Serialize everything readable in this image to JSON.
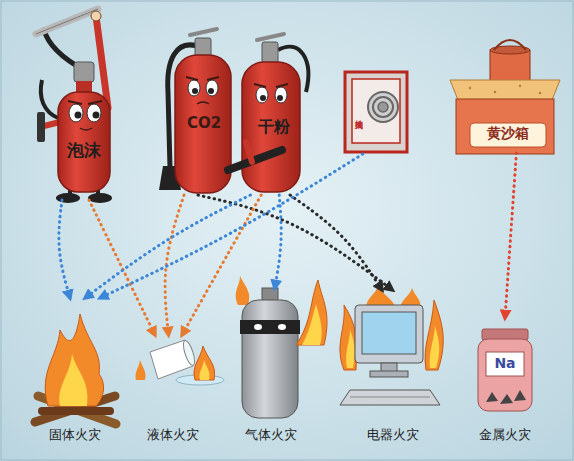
{
  "diagram": {
    "nodes": [
      {
        "text": [
          "泡沫"
        ]
      },
      {
        "text": [
          "CO2"
        ]
      },
      {
        "text": [
          "干粉"
        ]
      },
      {
        "text": [
          "消火栓"
        ]
      },
      {
        "text": [
          "黄沙箱"
        ]
      },
      {
        "text": [
          "固体火灾"
        ]
      },
      {
        "text": [
          "液体火灾"
        ]
      },
      {
        "text": [
          "气体火灾"
        ]
      },
      {
        "text": [
          "电器火灾"
        ]
      },
      {
        "text": [
          "金属火灾"
        ]
      }
    ],
    "edges": [
      {
        "from": 0,
        "to": 5,
        "arrow": "to"
      },
      {
        "from": 0,
        "to": 6,
        "arrow": "to"
      },
      {
        "from": 1,
        "to": 6,
        "arrow": "to"
      },
      {
        "from": 1,
        "to": 8,
        "arrow": "to"
      },
      {
        "from": 2,
        "to": 5,
        "arrow": "to"
      },
      {
        "from": 2,
        "to": 6,
        "arrow": "to"
      },
      {
        "from": 2,
        "to": 7,
        "arrow": "to"
      },
      {
        "from": 2,
        "to": 8,
        "arrow": "to"
      },
      {
        "from": 3,
        "to": 5,
        "arrow": "to"
      },
      {
        "from": 4,
        "to": 9,
        "arrow": "to"
      }
    ],
    "labels": [
      "Na"
    ]
  }
}
